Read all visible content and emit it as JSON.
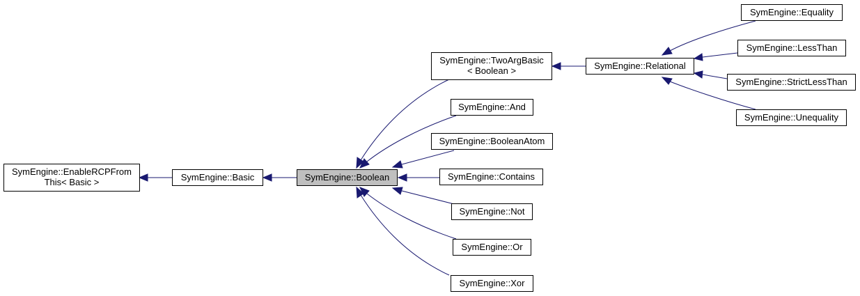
{
  "diagram": {
    "nodes": {
      "enable_rcp": {
        "line1": "SymEngine::EnableRCPFrom",
        "line2": "This< Basic >"
      },
      "basic": {
        "label": "SymEngine::Basic"
      },
      "boolean": {
        "label": "SymEngine::Boolean"
      },
      "two_arg_basic": {
        "line1": "SymEngine::TwoArgBasic",
        "line2": "< Boolean >"
      },
      "and": {
        "label": "SymEngine::And"
      },
      "boolean_atom": {
        "label": "SymEngine::BooleanAtom"
      },
      "contains": {
        "label": "SymEngine::Contains"
      },
      "not": {
        "label": "SymEngine::Not"
      },
      "or": {
        "label": "SymEngine::Or"
      },
      "xor": {
        "label": "SymEngine::Xor"
      },
      "relational": {
        "label": "SymEngine::Relational"
      },
      "equality": {
        "label": "SymEngine::Equality"
      },
      "less_than": {
        "label": "SymEngine::LessThan"
      },
      "strict_less_than": {
        "label": "SymEngine::StrictLessThan"
      },
      "unequality": {
        "label": "SymEngine::Unequality"
      }
    },
    "colors": {
      "edge": "#191970",
      "current_node_fill": "#bfbfbf",
      "node_fill": "#ffffff"
    }
  }
}
